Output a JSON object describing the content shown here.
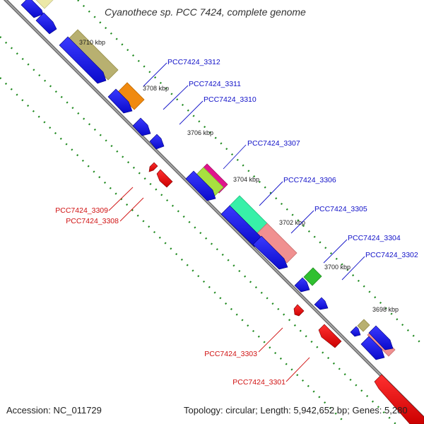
{
  "title": "Cyanothece sp. PCC 7424, complete genome",
  "footer": {
    "accession": "Accession: NC_011729",
    "summary": "Topology: circular; Length: 5,942,652 bp; Genes: 5,280"
  },
  "ticks": [
    "3710 kbp",
    "3708 kbp",
    "3706 kbp",
    "3704 kbp",
    "3702 kbp",
    "3700 kbp",
    "3698 kbp"
  ],
  "gene_labels_forward": [
    "PCC7424_3312",
    "PCC7424_3311",
    "PCC7424_3310",
    "PCC7424_3307",
    "PCC7424_3306",
    "PCC7424_3305",
    "PCC7424_3304",
    "PCC7424_3302"
  ],
  "gene_labels_reverse": [
    "PCC7424_3309",
    "PCC7424_3308",
    "PCC7424_3303",
    "PCC7424_3301"
  ],
  "colors": {
    "forward_label": "#1010c8",
    "reverse_label": "#d01010",
    "gene_forward": "#1414e6",
    "gene_reverse": "#ee1111",
    "backbone": "#888888",
    "tick_dots": "#1f8a1f",
    "tick_text": "#222222",
    "cog_khaki": "#b8b070",
    "cog_orange": "#f08a10",
    "cog_magenta": "#e0148c",
    "cog_lime": "#a8e040",
    "cog_mint": "#38f0a8",
    "cog_salmon": "#f09090",
    "cog_green": "#30c030",
    "cog_yellowish": "#ece8a8"
  }
}
